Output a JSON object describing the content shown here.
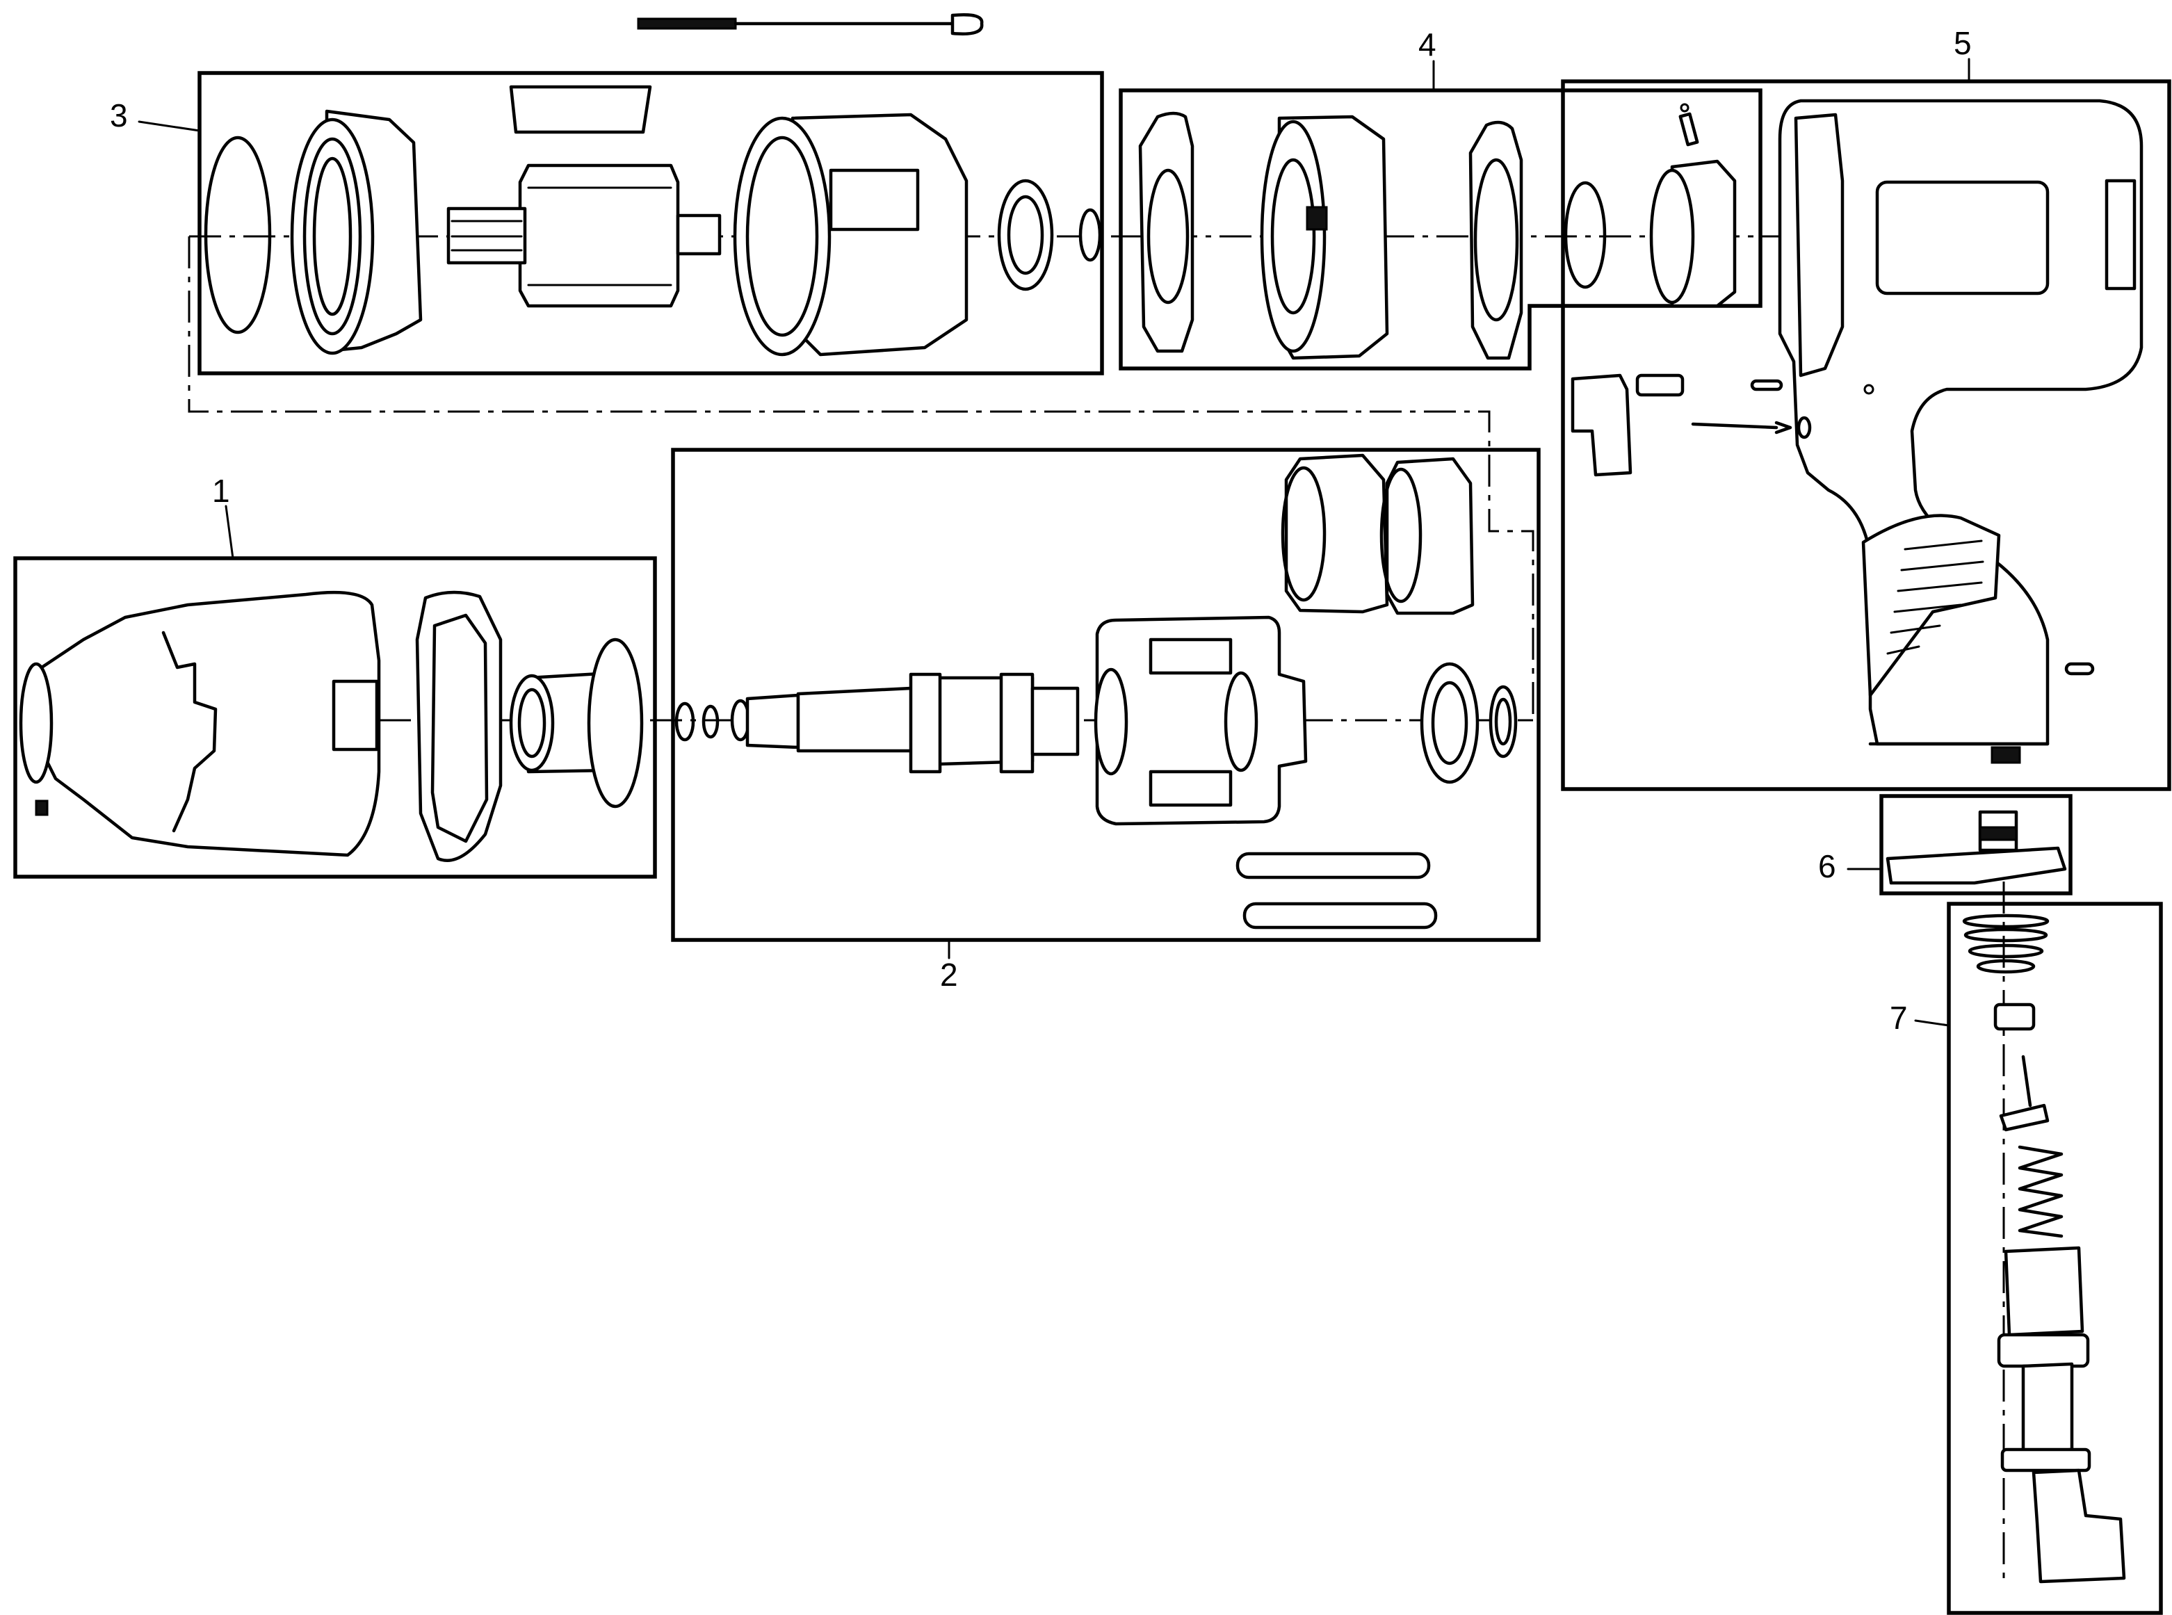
{
  "groups": [
    {
      "id": "g1",
      "label": "1"
    },
    {
      "id": "g2",
      "label": "2"
    },
    {
      "id": "g3",
      "label": "3"
    },
    {
      "id": "g4",
      "label": "4"
    },
    {
      "id": "g5",
      "label": "5"
    },
    {
      "id": "g6",
      "label": "6"
    },
    {
      "id": "g7",
      "label": "7"
    }
  ]
}
